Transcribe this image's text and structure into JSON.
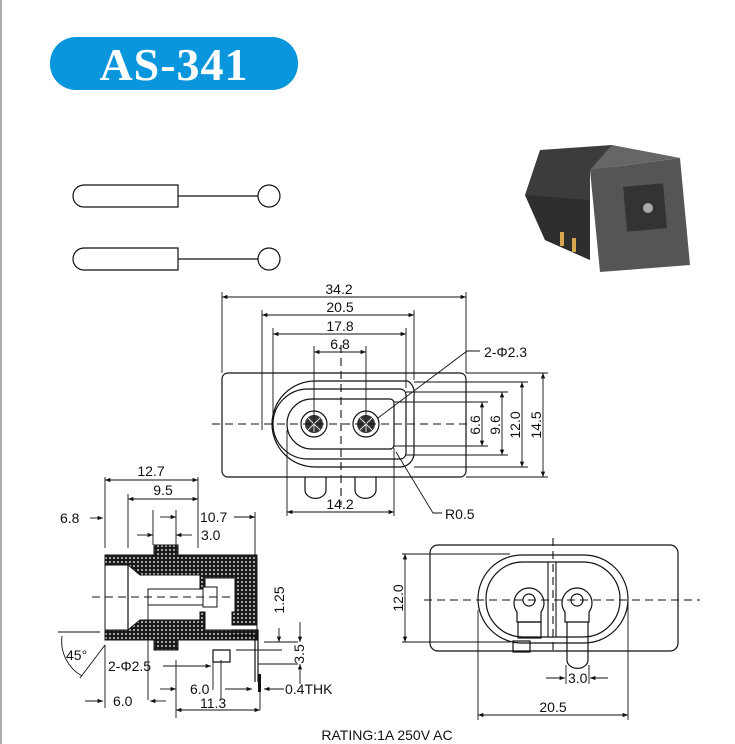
{
  "title": "AS-341",
  "colors": {
    "title_bg": "#0a96dc",
    "photo_body": "#4a4a4a"
  },
  "front_view": {
    "overall_width": "34.2",
    "d1": "20.5",
    "d2": "17.8",
    "pin_pitch": "6.8",
    "pin_hole": "2-Φ2.3",
    "h1": "6.6",
    "h2": "9.6",
    "h3": "12.0",
    "h4": "14.5",
    "inner_width": "14.2",
    "radius": "R0.5"
  },
  "side_view": {
    "w1": "12.7",
    "w2": "9.5",
    "w3": "6.8",
    "w4": "10.7",
    "w5": "3.0",
    "h1": "1.25",
    "h2": "3.5",
    "angle": "45°",
    "hole": "2-Φ2.5",
    "d1": "6.0",
    "d2": "6.0",
    "d3": "11.3",
    "thickness": "0.4THK"
  },
  "bottom_view": {
    "height": "12.0",
    "width": "20.5",
    "pin_width": "3.0"
  },
  "rating": "RATING:1A 250V AC"
}
